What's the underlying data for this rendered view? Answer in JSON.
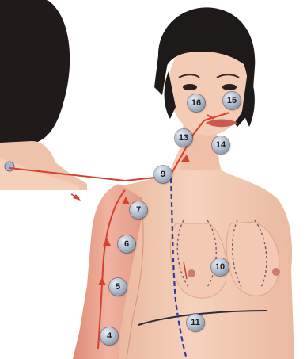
{
  "markers": [
    {
      "id": "p4",
      "label": "4"
    },
    {
      "id": "p5",
      "label": "5"
    },
    {
      "id": "p6",
      "label": "6"
    },
    {
      "id": "p7",
      "label": "7"
    },
    {
      "id": "p9",
      "label": "9"
    },
    {
      "id": "p10",
      "label": "10"
    },
    {
      "id": "p11",
      "label": "11"
    },
    {
      "id": "p13",
      "label": "13"
    },
    {
      "id": "p14",
      "label": "14"
    },
    {
      "id": "p15",
      "label": "15"
    },
    {
      "id": "p16",
      "label": "16"
    }
  ],
  "colors": {
    "skin": "#f2c9b1",
    "skin_shade": "#e2a68c",
    "hair": "#241d1c",
    "meridian_line": "#d6402f",
    "dashed_line": "#2b3f9a",
    "marker_fill": "#a9b6c8"
  }
}
